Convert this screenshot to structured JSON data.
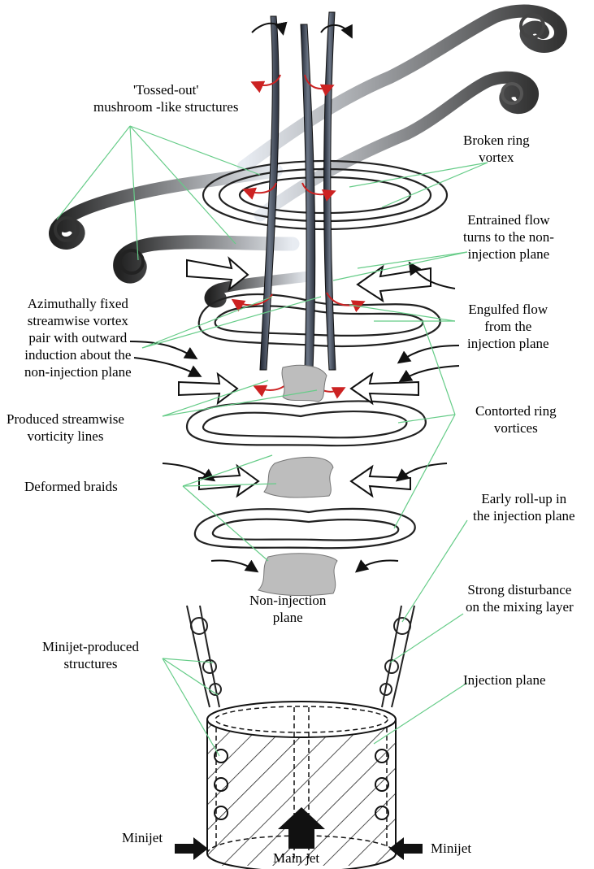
{
  "labels": {
    "tossed_out": [
      "'Tossed-out'",
      "mushroom -like structures"
    ],
    "broken_ring": [
      "Broken ring",
      "vortex"
    ],
    "entrained_flow": [
      "Entrained flow",
      "turns to the non-",
      "injection plane"
    ],
    "azimuthally_fixed": [
      "Azimuthally fixed",
      "streamwise vortex",
      "pair with outward",
      "induction about the",
      "non-injection plane"
    ],
    "engulfed_flow": [
      "Engulfed flow",
      "from the",
      "injection plane"
    ],
    "produced_streamwise": [
      "Produced streamwise",
      "vorticity lines"
    ],
    "contorted_ring": [
      "Contorted ring",
      "vortices"
    ],
    "deformed_braids": [
      "Deformed braids"
    ],
    "early_rollup": [
      "Early roll-up in",
      "the injection plane"
    ],
    "strong_disturbance": [
      "Strong disturbance",
      "on the mixing layer"
    ],
    "non_injection_plane": [
      "Non-injection",
      "plane"
    ],
    "minijet_structures": [
      "Minijet-produced",
      "structures"
    ],
    "injection_plane": [
      "Injection plane"
    ],
    "minijet_left": [
      "Minijet"
    ],
    "minijet_right": [
      "Minijet"
    ],
    "main_jet": [
      "Main jet"
    ]
  },
  "colors": {
    "leader_line": "#66cc88",
    "rotation_arrow": "#cc2222",
    "braid_fill": "#bdbdbd",
    "streamwise_vortex": "#3a4250"
  }
}
